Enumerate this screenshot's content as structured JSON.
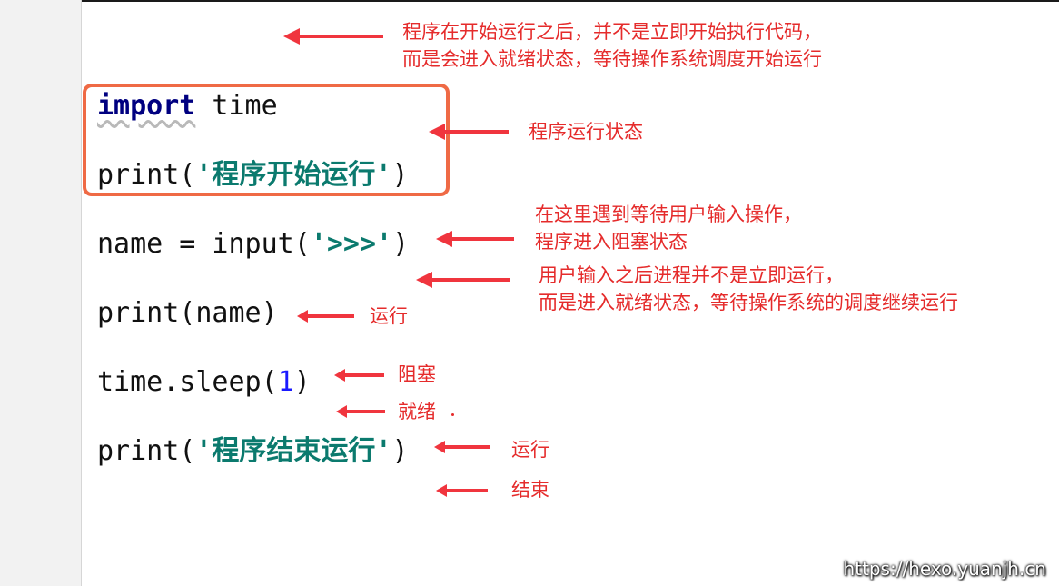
{
  "code": {
    "line1": {
      "kw": "import",
      "rest": " time"
    },
    "line2": {
      "fn": "print(",
      "str": "'程序开始运行'",
      "close": ")"
    },
    "line3": {
      "pre": "name = input(",
      "str": "'>>>'",
      "close": ")"
    },
    "line4": {
      "text": "print(name)"
    },
    "line5": {
      "pre": "time.sleep(",
      "num": "1",
      "close": ")"
    },
    "line6": {
      "fn": "print(",
      "str": "'程序结束运行'",
      "close": ")"
    }
  },
  "annotations": {
    "a1": [
      "程序在开始运行之后，并不是立即开始执行代码，",
      "而是会进入就绪状态，等待操作系统调度开始运行"
    ],
    "a2": "程序运行状态",
    "a3": [
      "在这里遇到等待用户输入操作，",
      "程序进入阻塞状态"
    ],
    "a4": [
      "用户输入之后进程并不是立即运行，",
      "而是进入就绪状态，等待操作系统的调度继续运行"
    ],
    "a5": "运行",
    "a6": "阻塞",
    "a7": "就绪",
    "a8": "运行",
    "a9": "结束"
  },
  "colors": {
    "annotation": "#e52b2b",
    "highlight": "#ef6a45",
    "keyword": "#000080",
    "string": "#0b7a6e"
  },
  "watermark": "https://hexo.yuanjh.cn"
}
